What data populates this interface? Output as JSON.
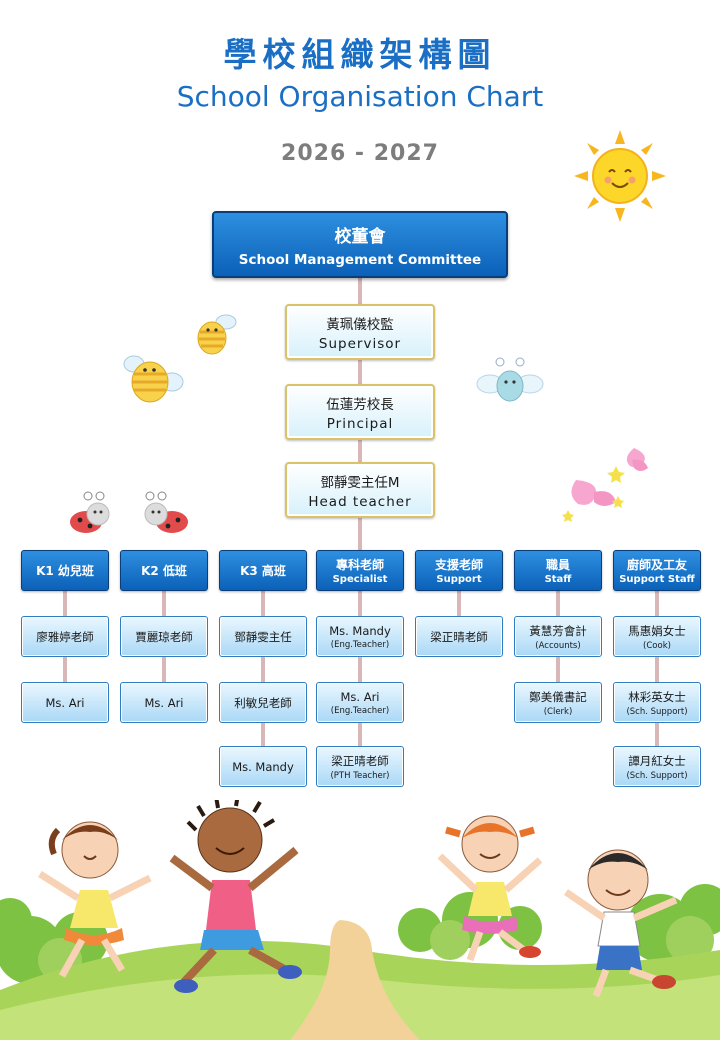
{
  "header": {
    "title_zh": "學校組織架構圖",
    "title_en": "School Organisation Chart",
    "year": "2026 - 2027"
  },
  "top": {
    "zh": "校董會",
    "en": "School Management Committee"
  },
  "leadership": [
    {
      "zh": "黃珮儀校監",
      "en": "Supervisor"
    },
    {
      "zh": "伍蓮芳校長",
      "en": "Principal"
    },
    {
      "zh": "鄧靜雯主任M",
      "en": "Head teacher"
    }
  ],
  "departments": [
    {
      "zh": "K1 幼兒班",
      "en": "",
      "staff": [
        {
          "name": "廖雅婷老師",
          "role": ""
        },
        {
          "name": "Ms. Ari",
          "role": ""
        }
      ]
    },
    {
      "zh": "K2 低班",
      "en": "",
      "staff": [
        {
          "name": "賈麗琼老師",
          "role": ""
        },
        {
          "name": "Ms. Ari",
          "role": ""
        }
      ]
    },
    {
      "zh": "K3 高班",
      "en": "",
      "staff": [
        {
          "name": "鄧靜雯主任",
          "role": ""
        },
        {
          "name": "利敏兒老師",
          "role": ""
        },
        {
          "name": "Ms. Mandy",
          "role": ""
        }
      ]
    },
    {
      "zh": "專科老師",
      "en": "Specialist",
      "staff": [
        {
          "name": "Ms. Mandy",
          "role": "(Eng.Teacher)"
        },
        {
          "name": "Ms. Ari",
          "role": "(Eng.Teacher)"
        },
        {
          "name": "梁正晴老師",
          "role": "(PTH Teacher)"
        }
      ]
    },
    {
      "zh": "支援老師",
      "en": "Support",
      "staff": [
        {
          "name": "梁正晴老師",
          "role": ""
        }
      ]
    },
    {
      "zh": "職員",
      "en": "Staff",
      "staff": [
        {
          "name": "黃慧芳會計",
          "role": "(Accounts)"
        },
        {
          "name": "鄭美儀書記",
          "role": "(Clerk)"
        }
      ]
    },
    {
      "zh": "廚師及工友",
      "en": "Support Staff",
      "staff": [
        {
          "name": "馬惠娟女士",
          "role": "(Cook)"
        },
        {
          "name": "林彩英女士",
          "role": "(Sch. Support)"
        },
        {
          "name": "譚月紅女士",
          "role": "(Sch. Support)"
        }
      ]
    }
  ],
  "colors": {
    "title": "#1a6fc4",
    "year": "#7d7d7d",
    "dept_fill": "#1478d0",
    "staff_fill": "#bfe3fa",
    "lead_border": "#d8c26a",
    "connector": "#d9b7b7"
  },
  "decorations": [
    "sun-icon",
    "bee-icon",
    "dragonfly-icon",
    "butterfly-icon",
    "ladybug-icon",
    "children-illustration"
  ]
}
